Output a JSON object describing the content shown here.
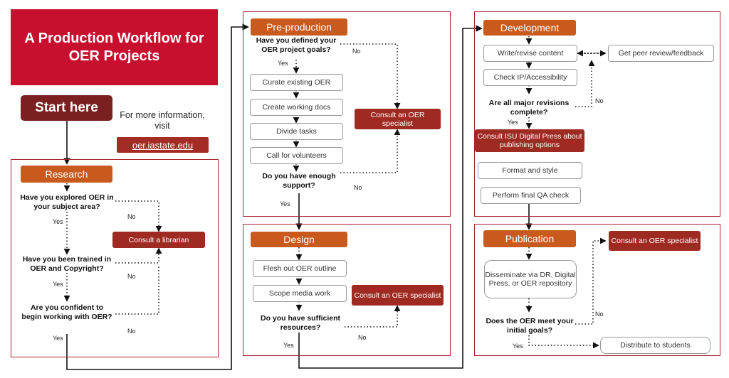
{
  "title": "A Production Workflow for OER Projects",
  "start": "Start here",
  "info": {
    "text": "For more information, visit",
    "link": "oer.iastate.edu"
  },
  "research": {
    "stage": "Research",
    "q1": "Have you explored OER in your subject area?",
    "q2": "Have you been trained in OER and Copyright?",
    "q3": "Are you confident to begin working with OER?",
    "consult": "Consult a librarian",
    "yes1": "Yes",
    "yes2": "Yes",
    "yes3": "Yes",
    "no1": "No",
    "no2": "No",
    "no3": "No"
  },
  "preproduction": {
    "stage": "Pre-production",
    "q1": "Have you defined your OER project goals?",
    "steps": [
      "Curate existing OER",
      "Create working docs",
      "Divide tasks",
      "Call for volunteers"
    ],
    "q2": "Do you have enough support?",
    "consult": "Consult an OER specialist",
    "yes1": "Yes",
    "yes2": "Yes",
    "no1": "No",
    "no2": "No"
  },
  "design": {
    "stage": "Design",
    "steps": [
      "Flesh out OER outline",
      "Scope media work"
    ],
    "q1": "Do you have sufficient resources?",
    "consult": "Consult an OER specialist",
    "yes": "Yes",
    "no": "No"
  },
  "development": {
    "stage": "Development",
    "steps": [
      "Write/revise content",
      "Check IP/Accessibility"
    ],
    "peer": "Get peer review/feedback",
    "q1": "Are all major revisions complete?",
    "consult": "Consult ISU Digital Press about publishing options",
    "steps2": [
      "Format and style",
      "Perform final QA check"
    ],
    "yes": "Yes",
    "no": "No"
  },
  "publication": {
    "stage": "Publication",
    "disseminate": "Disseminate via DR, Digital Press, or OER repository",
    "q1": "Does the OER meet your initial goals?",
    "consult": "Consult an OER specialist",
    "distribute": "Distribute to students",
    "yes": "Yes",
    "no": "No"
  }
}
